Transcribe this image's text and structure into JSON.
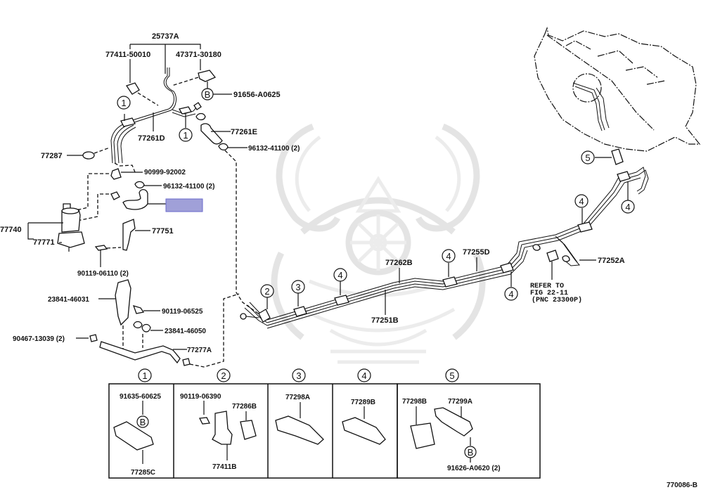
{
  "diagram": {
    "figure_id": "770086-B",
    "highlight_color": "#a0a0d8",
    "highlight_border": "#6a6acb",
    "callouts": {
      "c1": "1",
      "c2": "2",
      "c3": "3",
      "c4": "4",
      "c5": "5",
      "cB": "B"
    },
    "parts": {
      "p25737A": "25737A",
      "p77411_50010": "77411-50010",
      "p47371_30180": "47371-30180",
      "p91656_A0625": "91656-A0625",
      "p77261D": "77261D",
      "p77261E": "77261E",
      "p96132_41100_a": "96132-41100 (2)",
      "p77287": "77287",
      "p90999_92002": "90999-92002",
      "p96132_41100_b": "96132-41100 (2)",
      "p77740": "77740",
      "p77771": "77771",
      "p77751": "77751",
      "p90119_06110": "90119-06110 (2)",
      "p23841_46031": "23841-46031",
      "p90119_06525": "90119-06525",
      "p23841_46050": "23841-46050",
      "p90467_13039": "90467-13039 (2)",
      "p77277A": "77277A",
      "p77262B": "77262B",
      "p77251B": "77251B",
      "p77255D": "77255D",
      "p77252A": "77252A"
    },
    "refer_note": {
      "line1": "REFER TO",
      "line2": "FIG 22-11",
      "line3": "(PNC 23300P)"
    },
    "detail_panels": [
      {
        "callout": "1",
        "labels": [
          "91635-60625",
          "77285C"
        ],
        "sub_callout": "B"
      },
      {
        "callout": "2",
        "labels": [
          "90119-06390",
          "77286B",
          "77411B"
        ]
      },
      {
        "callout": "3",
        "labels": [
          "77298A"
        ]
      },
      {
        "callout": "4",
        "labels": [
          "77289B"
        ]
      },
      {
        "callout": "5",
        "labels": [
          "77298B",
          "77299A",
          "91626-A0620 (2)"
        ],
        "sub_callout": "B"
      }
    ]
  }
}
